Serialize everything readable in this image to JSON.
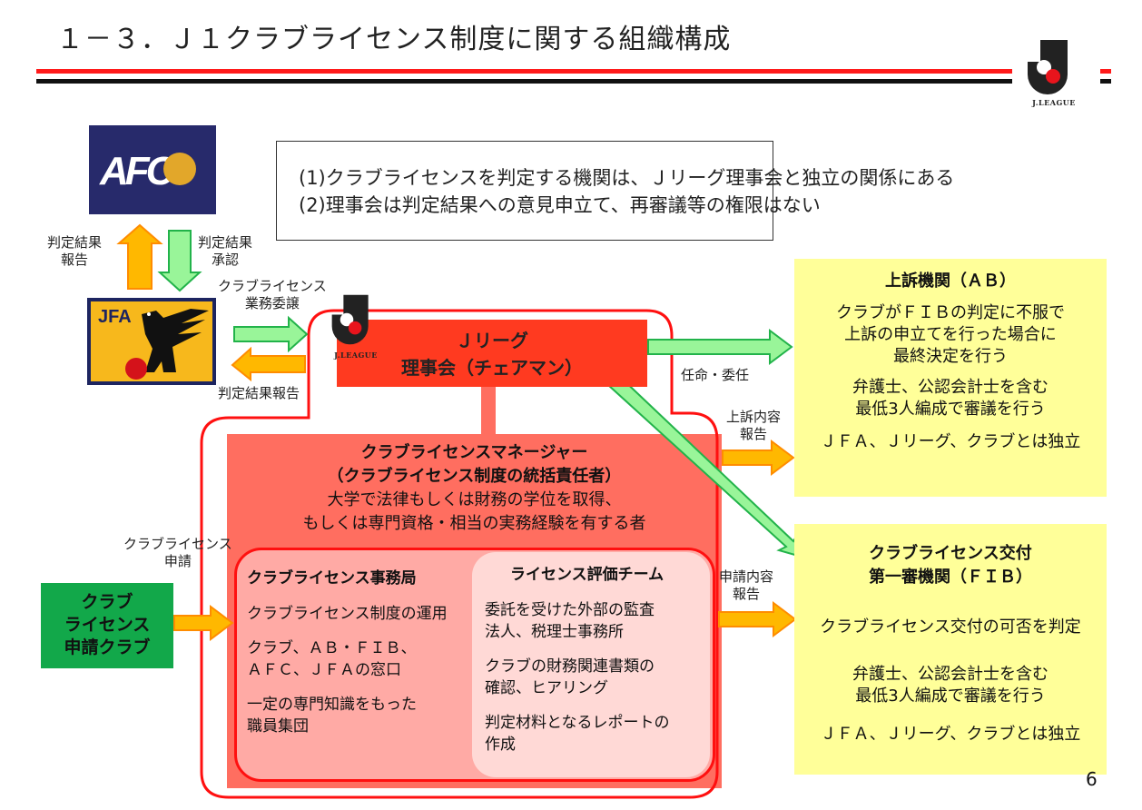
{
  "header": {
    "title": "１－３．Ｊ１クラブライセンス制度に関する組織構成",
    "logo_label": "J.LEAGUE"
  },
  "colors": {
    "accent_red": "#ff1a1a",
    "board_red": "#ff3a20",
    "manager_salmon": "#ff6e60",
    "secretariat_pink": "#ffaaa5",
    "team_pink": "#ffd9d6",
    "body_yellow": "#ffff99",
    "club_green": "#12a84a",
    "arrow_green": "#99f599",
    "arrow_orange": "#ffb800"
  },
  "afc": {
    "label": "AFC",
    "icon": "afc-logo-icon"
  },
  "jfa": {
    "label": "JFA",
    "icon": "jfa-logo-icon"
  },
  "flows": {
    "afc_report": [
      "判定結果",
      "報告"
    ],
    "afc_approval": [
      "判定結果",
      "承認"
    ],
    "delegation": [
      "クラブライセンス",
      "業務委譲"
    ],
    "jfa_report": "判定結果報告",
    "appointment": "任命・委任",
    "appeal_report": [
      "上訴内容",
      "報告"
    ],
    "application_report": [
      "申請内容",
      "報告"
    ],
    "club_application": [
      "クラブライセンス",
      "申請"
    ]
  },
  "notes": [
    "(1)クラブライセンスを判定する機関は、Ｊリーグ理事会と独立の関係にある",
    "(2)理事会は判定結果への意見申立て、再審議等の権限はない"
  ],
  "board": {
    "logo_label": "J.LEAGUE",
    "lines": [
      "Ｊリーグ",
      "理事会（チェアマン）"
    ]
  },
  "manager": {
    "title": "クラブライセンスマネージャー",
    "subtitle": "（クラブライセンス制度の統括責任者）",
    "desc": [
      "大学で法律もしくは財務の学位を取得、",
      "もしくは専門資格・相当の実務経験を有する者"
    ]
  },
  "secretariat": {
    "title": "クラブライセンス事務局",
    "items": [
      [
        "クラブライセンス制度の運用"
      ],
      [
        "クラブ、ＡＢ・ＦＩＢ、",
        "ＡＦＣ、ＪＦＡの窓口"
      ],
      [
        "一定の専門知識をもった",
        "職員集団"
      ]
    ]
  },
  "team": {
    "title": "ライセンス評価チーム",
    "items": [
      [
        "委託を受けた外部の監査",
        "法人、税理士事務所"
      ],
      [
        "クラブの財務関連書類の",
        "確認、ヒアリング"
      ],
      [
        "判定材料となるレポートの",
        "作成"
      ]
    ]
  },
  "appeal_body": {
    "title": "上訴機関（ＡＢ）",
    "paras": [
      [
        "クラブがＦＩＢの判定に不服で",
        "上訴の申立てを行った場合に",
        "最終決定を行う"
      ],
      [
        "弁護士、公認会計士を含む",
        "最低3人編成で審議を行う"
      ],
      [
        "ＪＦＡ、Ｊリーグ、クラブとは独立"
      ]
    ]
  },
  "fib": {
    "title": [
      "クラブライセンス交付",
      "第一審機関（ＦＩＢ）"
    ],
    "paras": [
      [
        "クラブライセンス交付の可否を判定"
      ],
      [
        "弁護士、公認会計士を含む",
        "最低3人編成で審議を行う"
      ],
      [
        "ＪＦＡ、Ｊリーグ、クラブとは独立"
      ]
    ]
  },
  "club": {
    "lines": [
      "クラブ",
      "ライセンス",
      "申請クラブ"
    ]
  },
  "page_number": "6"
}
